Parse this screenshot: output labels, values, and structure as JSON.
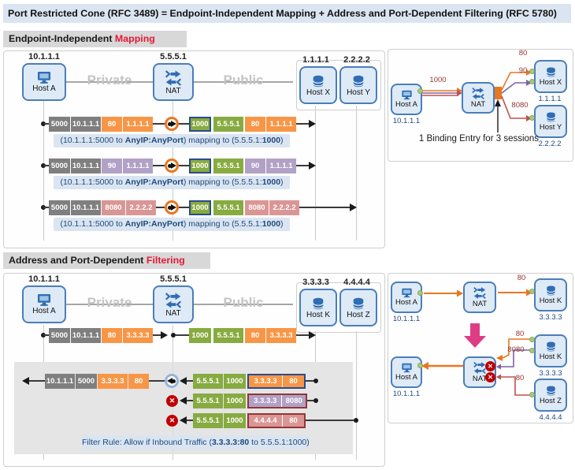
{
  "title": "Port Restricted Cone (RFC 3489) = Endpoint-Independent Mapping + Address and Port-Dependent Filtering (RFC 5780)",
  "colors": {
    "titlebar_bg": "#DBE5F1",
    "header_bg": "#D8D8D8",
    "accent_red": "#E31837",
    "packet_gray": "#7F7F7F",
    "packet_orange": "#F79646",
    "packet_green": "#87AB40",
    "packet_purple": "#B2A1C7",
    "packet_pink": "#D99694",
    "border_blue": "#2B4A8C",
    "border_dark_red": "#943634",
    "caption_bg": "#DAE5F1",
    "caption_text": "#1F497D",
    "block_red": "#C00000",
    "pink_arrow": "#DE3D85",
    "line_orange": "#E87722",
    "line_purple": "#7B64A5",
    "line_red": "#C0504D"
  },
  "s1": {
    "header": {
      "plain": "Endpoint-Independent ",
      "accent": "Mapping"
    },
    "topo": {
      "hostA": {
        "name": "Host A",
        "ip": "10.1.1.1"
      },
      "nat": {
        "name": "NAT",
        "ip": "5.5.5.1"
      },
      "hostX": {
        "name": "Host X",
        "ip": "1.1.1.1"
      },
      "hostY": {
        "name": "Host Y",
        "ip": "2.2.2.2"
      },
      "private": "Private",
      "public": "Public"
    },
    "rows": [
      {
        "left": [
          "5000",
          "10.1.1.1",
          "80",
          "1.1.1.1"
        ],
        "right": [
          "1000",
          "5.5.5.1",
          "80",
          "1.1.1.1"
        ]
      },
      {
        "left": [
          "5000",
          "10.1.1.1",
          "90",
          "1.1.1.1"
        ],
        "right": [
          "1000",
          "5.5.5.1",
          "90",
          "1.1.1.1"
        ]
      },
      {
        "left": [
          "5000",
          "10.1.1.1",
          "8080",
          "2.2.2.2"
        ],
        "right": [
          "1000",
          "5.5.5.1",
          "8080",
          "2.2.2.2"
        ]
      }
    ],
    "caption": {
      "p1": "(10.1.1.1:5000 to ",
      "b1": "AnyIP:AnyPort",
      "p2": ") mapping to (5.5.5.1:",
      "b2": "1000",
      "p3": ")"
    },
    "inset": {
      "hostA": {
        "name": "Host A",
        "ip": "10.1.1.1"
      },
      "nat": "NAT",
      "hostX": {
        "name": "Host X",
        "ip": "1.1.1.1"
      },
      "hostY": {
        "name": "Host Y",
        "ip": "2.2.2.2"
      },
      "port_out": "1000",
      "ports": [
        "80",
        "90",
        "8080"
      ],
      "note": "1 Binding Entry for 3 sessions"
    }
  },
  "s2": {
    "header": {
      "plain": "Address and Port-Dependent ",
      "accent": "Filtering"
    },
    "topo": {
      "hostA": {
        "name": "Host A",
        "ip": "10.1.1.1"
      },
      "nat": {
        "name": "NAT",
        "ip": "5.5.5.1"
      },
      "hostK": {
        "name": "Host K",
        "ip": "3.3.3.3"
      },
      "hostZ": {
        "name": "Host Z",
        "ip": "4.4.4.4"
      },
      "private": "Private",
      "public": "Public"
    },
    "outRow": {
      "left": [
        "5000",
        "10.1.1.1",
        "80",
        "3.3.3.3"
      ],
      "right": [
        "1000",
        "5.5.5.1",
        "80",
        "3.3.3.3"
      ]
    },
    "inRows": [
      {
        "left": [
          "10.1.1.1",
          "5000",
          "3.3.3.3",
          "80"
        ],
        "right": [
          "5.5.5.1",
          "1000"
        ],
        "pair": [
          "3.3.3.3",
          "80"
        ]
      },
      {
        "right": [
          "5.5.5.1",
          "1000"
        ],
        "pair": [
          "3.3.3.3",
          "8080"
        ]
      },
      {
        "right": [
          "5.5.5.1",
          "1000"
        ],
        "pair": [
          "4.4.4.4",
          "80"
        ]
      }
    ],
    "filter": {
      "p1": "Filter Rule: Allow if Inbound Traffic (",
      "b1": "3.3.3.3:80",
      "p2": " to 5.5.5.1:1000)"
    },
    "inset": {
      "hostA": {
        "name": "Host A",
        "ip": "10.1.1.1"
      },
      "nat": "NAT",
      "hostK": {
        "name": "Host K",
        "ip": "3.3.3.3"
      },
      "hostZ": {
        "name": "Host Z",
        "ip": "4.4.4.4"
      },
      "top": {
        "port": "80"
      },
      "bottom": {
        "k80": "80",
        "k8080": "8080",
        "z80": "80"
      }
    }
  }
}
